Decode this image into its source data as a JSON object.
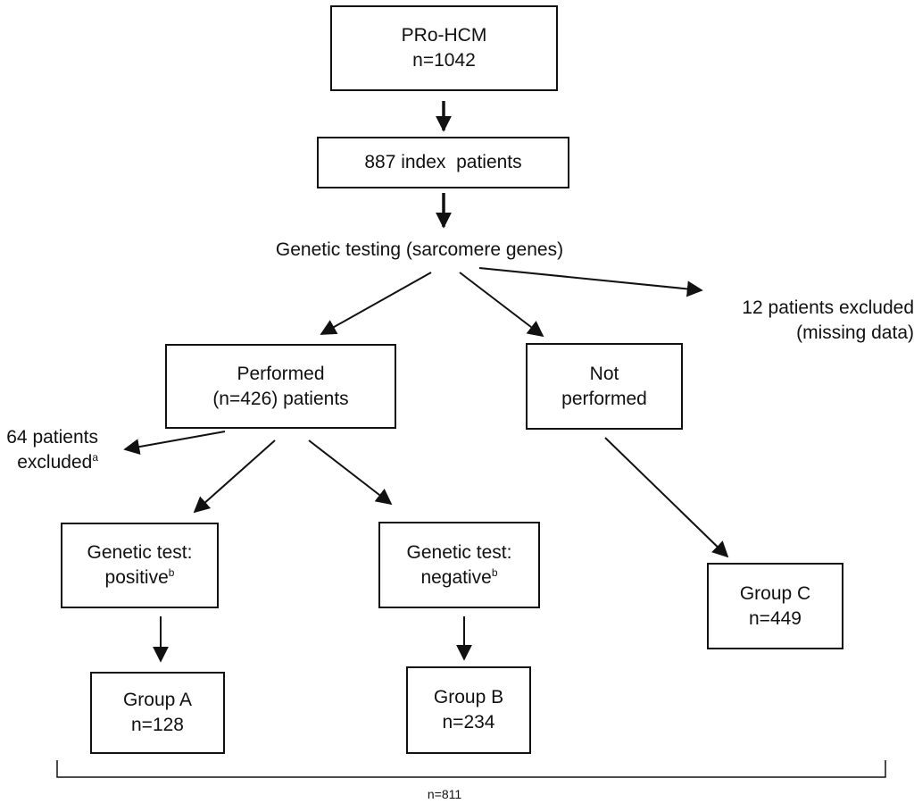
{
  "nodes": {
    "pro_hcm": {
      "line1": "PRo-HCM",
      "line2": "n=1042"
    },
    "index_patients": {
      "text": "887 index  patients"
    },
    "genetic_testing": {
      "text": "Genetic testing (sarcomere genes)"
    },
    "excluded_missing": {
      "line1": "12 patients excluded",
      "line2": "(missing data)"
    },
    "performed": {
      "line1": "Performed",
      "line2": "(n=426) patients"
    },
    "not_performed": {
      "line1": "Not",
      "line2": "performed"
    },
    "excluded_64": {
      "line1": "64 patients",
      "line2": "excluded",
      "sup": "a"
    },
    "positive": {
      "line1": "Genetic test:",
      "line2": "positive",
      "sup": "b"
    },
    "negative": {
      "line1": "Genetic test:",
      "line2": "negative",
      "sup": "b"
    },
    "group_a": {
      "line1": "Group A",
      "line2": "n=128"
    },
    "group_b": {
      "line1": "Group B",
      "line2": "n=234"
    },
    "group_c": {
      "line1": "Group C",
      "line2": "n=449"
    },
    "total": {
      "text": "n=811"
    }
  }
}
